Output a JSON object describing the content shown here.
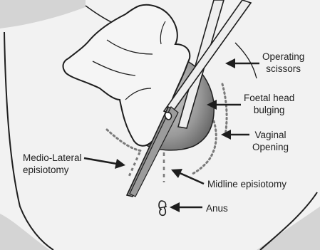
{
  "labels": {
    "operating_scissors": [
      "Operating",
      "scissors"
    ],
    "foetal_head": [
      "Foetal head",
      "bulging"
    ],
    "vaginal_opening": [
      "Vaginal",
      "Opening"
    ],
    "medio_lateral": [
      "Medio-Lateral",
      "episiotomy"
    ],
    "midline": "Midline episiotomy",
    "anus": "Anus"
  },
  "colors": {
    "background": "#d4d4d4",
    "line": "#1e1e1e",
    "skin": "#f2f2f2",
    "head_dark": "#6a6a6a",
    "head_light": "#bdbdbd",
    "scissor_blade": "#8c8c8c"
  }
}
